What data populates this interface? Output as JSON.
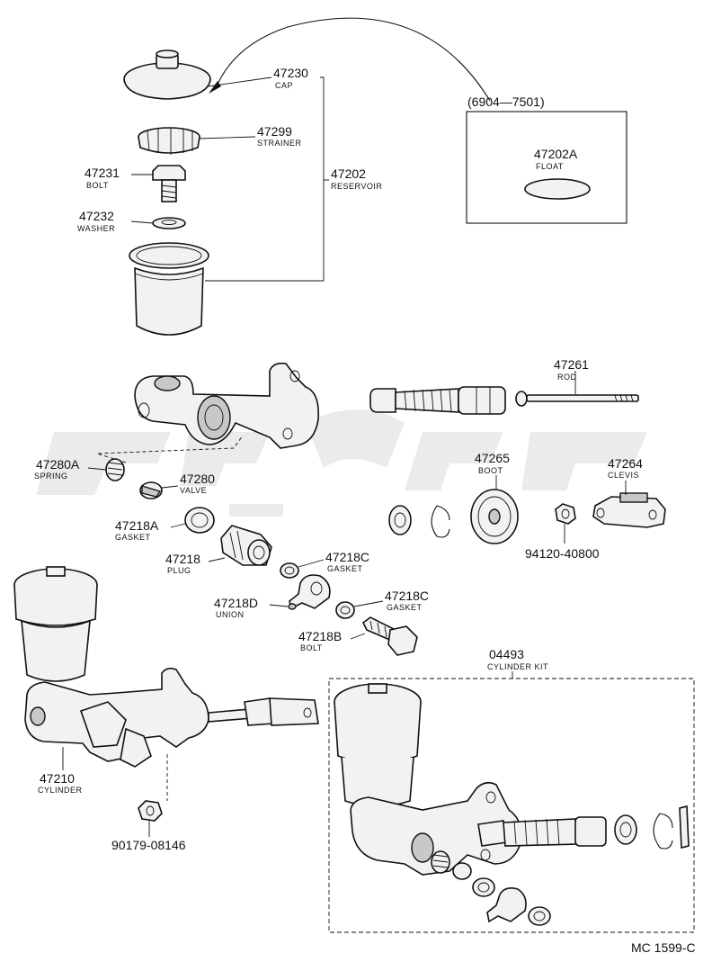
{
  "parts": {
    "cap": {
      "number": "47230",
      "name": "CAP"
    },
    "strainer": {
      "number": "47299",
      "name": "STRAINER"
    },
    "reservoir": {
      "number": "47202",
      "name": "RESERVOIR"
    },
    "bolt_reservoir": {
      "number": "47231",
      "name": "BOLT"
    },
    "washer": {
      "number": "47232",
      "name": "WASHER"
    },
    "float": {
      "number": "47202A",
      "name": "FLOAT"
    },
    "rod": {
      "number": "47261",
      "name": "ROD"
    },
    "spring": {
      "number": "47280A",
      "name": "SPRING"
    },
    "valve": {
      "number": "47280",
      "name": "VALVE"
    },
    "boot": {
      "number": "47265",
      "name": "BOOT"
    },
    "clevis": {
      "number": "47264",
      "name": "CLEVIS"
    },
    "gasket_a": {
      "number": "47218A",
      "name": "GASKET"
    },
    "plug": {
      "number": "47218",
      "name": "PLUG"
    },
    "gasket_c1": {
      "number": "47218C",
      "name": "GASKET"
    },
    "union": {
      "number": "47218D",
      "name": "UNION"
    },
    "gasket_c2": {
      "number": "47218C",
      "name": "GASKET"
    },
    "bolt_union": {
      "number": "47218B",
      "name": "BOLT"
    },
    "cylinder": {
      "number": "47210",
      "name": "CYLINDER"
    },
    "cylinder_kit": {
      "number": "04493",
      "name": "CYLINDER KIT"
    },
    "nut_clevis": {
      "number": "94120-40800"
    },
    "nut_mount": {
      "number": "90179-08146"
    }
  },
  "inset": {
    "serial_range": "(6904—7501)"
  },
  "diagram_code": "MC 1599-C"
}
